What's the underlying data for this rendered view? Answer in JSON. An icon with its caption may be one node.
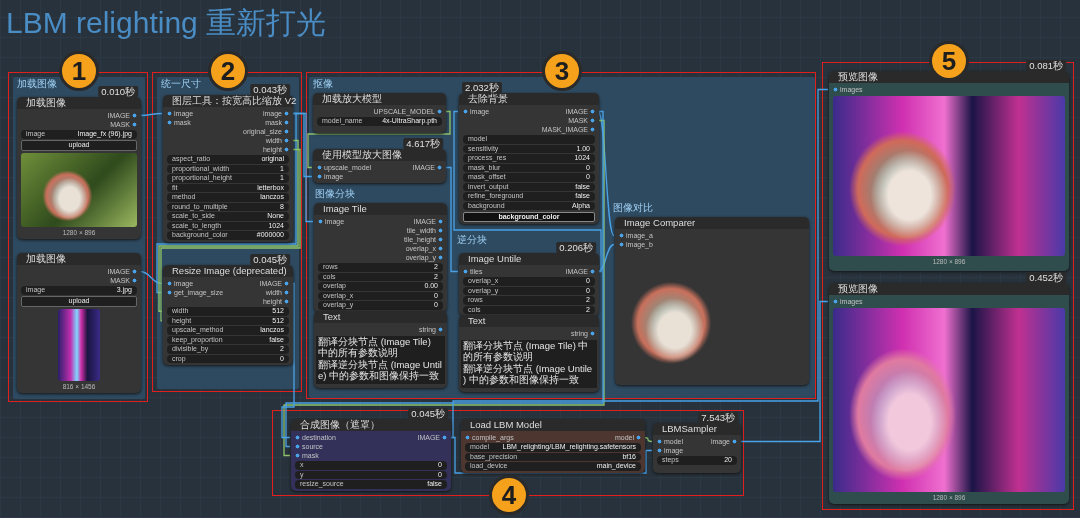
{
  "diagram": {
    "title": "LBM relighting 重新打光",
    "nodes": [
      {
        "text": [
          "1"
        ]
      },
      {
        "text": [
          "加载图像"
        ],
        "in": 0
      },
      {
        "text": [
          "加载图像",
          "IMAGE",
          "MASK",
          "image",
          "Image_fx (96).jpg",
          "upload",
          "1280 × 896"
        ],
        "in": 1,
        "beside": [
          "0.010秒"
        ]
      },
      {
        "text": [
          "加载图像",
          "IMAGE",
          "MASK",
          "image",
          "3.jpg",
          "upload",
          "816 × 1456"
        ],
        "in": 1
      },
      {
        "text": [
          "2"
        ]
      },
      {
        "text": [
          "统一尺寸"
        ],
        "in": 4
      },
      {
        "text": [
          "图层工具：按宽高比缩放 V2",
          "image",
          "image",
          "mask",
          "mask",
          "original_size",
          "width",
          "height",
          "aspect_ratio",
          "original",
          "proportional_width",
          "1",
          "proportional_height",
          "1",
          "fit",
          "letterbox",
          "method",
          "lanczos",
          "round_to_multiple",
          "8",
          "scale_to_side",
          "None",
          "scale_to_length",
          "1024",
          "background_color",
          "#000000"
        ],
        "in": 5,
        "beside": [
          "0.043秒"
        ]
      },
      {
        "text": [
          "Resize Image (deprecated)",
          "image",
          "IMAGE",
          "get_image_size",
          "width",
          "height",
          "width",
          "512",
          "height",
          "512",
          "upscale_method",
          "lanczos",
          "keep_proportion",
          "false",
          "divisible_by",
          "2",
          "crop",
          "0"
        ],
        "in": 5,
        "beside": [
          "0.045秒"
        ]
      },
      {
        "text": [
          "3"
        ]
      },
      {
        "text": [
          "抠像"
        ],
        "in": 8
      },
      {
        "text": [
          "加载放大模型",
          "UPSCALE_MODEL",
          "model_name",
          "4x-UltraSharp.pth"
        ],
        "in": 9
      },
      {
        "text": [
          "使用模型放大图像",
          "upscale_model",
          "IMAGE",
          "image"
        ],
        "in": 9,
        "beside": [
          "4.617秒"
        ]
      },
      {
        "text": [
          "图像分块"
        ],
        "in": 9
      },
      {
        "text": [
          "Image Tile",
          "image",
          "IMAGE",
          "tile_width",
          "tile_height",
          "overlap_x",
          "overlap_y",
          "rows",
          "2",
          "cols",
          "2",
          "overlap",
          "0.00",
          "overlap_x",
          "0",
          "overlap_y",
          "0"
        ],
        "in": 12
      },
      {
        "text": [
          "Text",
          "string",
          "翻译分块节点 (Image Tile) 中的所有参数说明",
          "翻译逆分块节点 (Image Untile) 中的参数和图像保持一致"
        ],
        "in": 12
      },
      {
        "text": [
          "去除背景",
          "image",
          "IMAGE",
          "MASK",
          "MASK_IMAGE",
          "model",
          "sensitivity",
          "1.00",
          "process_res",
          "1024",
          "mask_blur",
          "0",
          "mask_offset",
          "0",
          "invert_output",
          "false",
          "refine_foreground",
          "false",
          "background",
          "Alpha",
          "background_color"
        ],
        "in": 9,
        "beside": [
          "2.032秒"
        ]
      },
      {
        "text": [
          "逆分块"
        ],
        "in": 9
      },
      {
        "text": [
          "Image Untile",
          "tiles",
          "IMAGE",
          "overlap_x",
          "0",
          "overlap_y",
          "0",
          "rows",
          "2",
          "cols",
          "2"
        ],
        "in": 16,
        "beside": [
          "0.206秒"
        ]
      },
      {
        "text": [
          "Text",
          "string",
          "翻译分块节点 (Image Tile) 中的所有参数说明",
          "翻译逆分块节点 (Image Untile) 中的参数和图像保持一致"
        ],
        "in": 16
      },
      {
        "text": [
          "图像对比"
        ],
        "in": 9
      },
      {
        "text": [
          "Image Comparer",
          "image_a",
          "image_b"
        ],
        "in": 19
      },
      {
        "text": [
          "4"
        ]
      },
      {
        "text": [
          "合成图像（遮罩）",
          "destination",
          "IMAGE",
          "source",
          "mask",
          "x",
          "0",
          "y",
          "0",
          "resize_source",
          "false"
        ],
        "in": 21,
        "beside": [
          "0.045秒"
        ]
      },
      {
        "text": [
          "Load LBM Model",
          "compile_args",
          "model",
          "model",
          "LBM_relighting/LBM_relighting.safetensors",
          "base_precision",
          "bf16",
          "load_device",
          "main_device"
        ],
        "in": 21
      },
      {
        "text": [
          "LBMSampler",
          "model",
          "image",
          "image",
          "steps",
          "20"
        ],
        "in": 21,
        "beside": [
          "7.543秒"
        ]
      },
      {
        "text": [
          "5"
        ]
      },
      {
        "text": [
          "预览图像",
          "images",
          "1280 × 896"
        ],
        "in": 25,
        "beside": [
          "0.081秒"
        ]
      },
      {
        "text": [
          "预览图像",
          "images",
          "1280 × 896"
        ],
        "in": 25,
        "beside": [
          "0.452秒"
        ]
      }
    ],
    "edges": [
      {
        "from": 2,
        "to": 6,
        "arrow": "none"
      },
      {
        "from": 3,
        "to": 7,
        "arrow": "none"
      },
      {
        "from": 6,
        "to": 7,
        "arrow": "none"
      },
      {
        "from": 6,
        "to": 7,
        "arrow": "none",
        "color": "#8fc46a"
      },
      {
        "from": 6,
        "to": 7,
        "arrow": "none",
        "color": "#8fc46a"
      },
      {
        "from": 6,
        "to": 11,
        "arrow": "none"
      },
      {
        "from": 10,
        "to": 11,
        "arrow": "none",
        "color": "#8fc46a"
      },
      {
        "from": 6,
        "to": 13,
        "arrow": "none"
      },
      {
        "from": 11,
        "to": 17,
        "arrow": "none"
      },
      {
        "from": 17,
        "to": 15,
        "arrow": "none"
      },
      {
        "from": 15,
        "to": 20,
        "arrow": "none"
      },
      {
        "from": 17,
        "to": 20,
        "arrow": "none"
      },
      {
        "from": 15,
        "to": 22,
        "arrow": "none",
        "color": "#8fc46a"
      },
      {
        "from": 15,
        "to": 22,
        "arrow": "none"
      },
      {
        "from": 7,
        "to": 22,
        "arrow": "none"
      },
      {
        "from": 22,
        "to": 24,
        "arrow": "none"
      },
      {
        "from": 23,
        "to": 24,
        "arrow": "none",
        "color": "#8fc46a"
      },
      {
        "from": 24,
        "to": 27,
        "arrow": "none"
      },
      {
        "from": 22,
        "to": 26,
        "arrow": "none"
      }
    ]
  }
}
